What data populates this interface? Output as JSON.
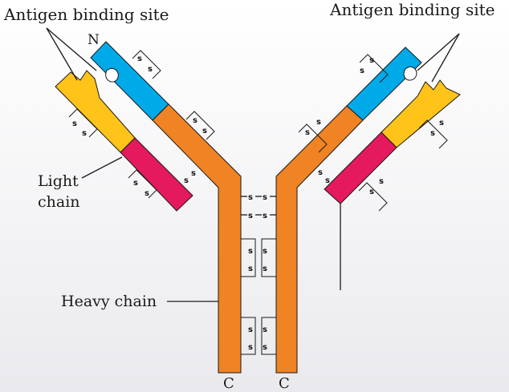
{
  "labels": {
    "binding_site_left": "Antigen binding site",
    "binding_site_right": "Antigen binding site",
    "n_terminus": "N",
    "light_chain_line1": "Light",
    "light_chain_line2": "chain",
    "heavy_chain": "Heavy chain",
    "c_terminus_left": "C",
    "c_terminus_right": "C",
    "disulfide": "s"
  },
  "colors": {
    "heavy_constant": "#f08324",
    "heavy_variable": "#00a9e8",
    "light_variable": "#ffc31a",
    "light_constant": "#e5195e",
    "outline": "#1a1a1a"
  }
}
